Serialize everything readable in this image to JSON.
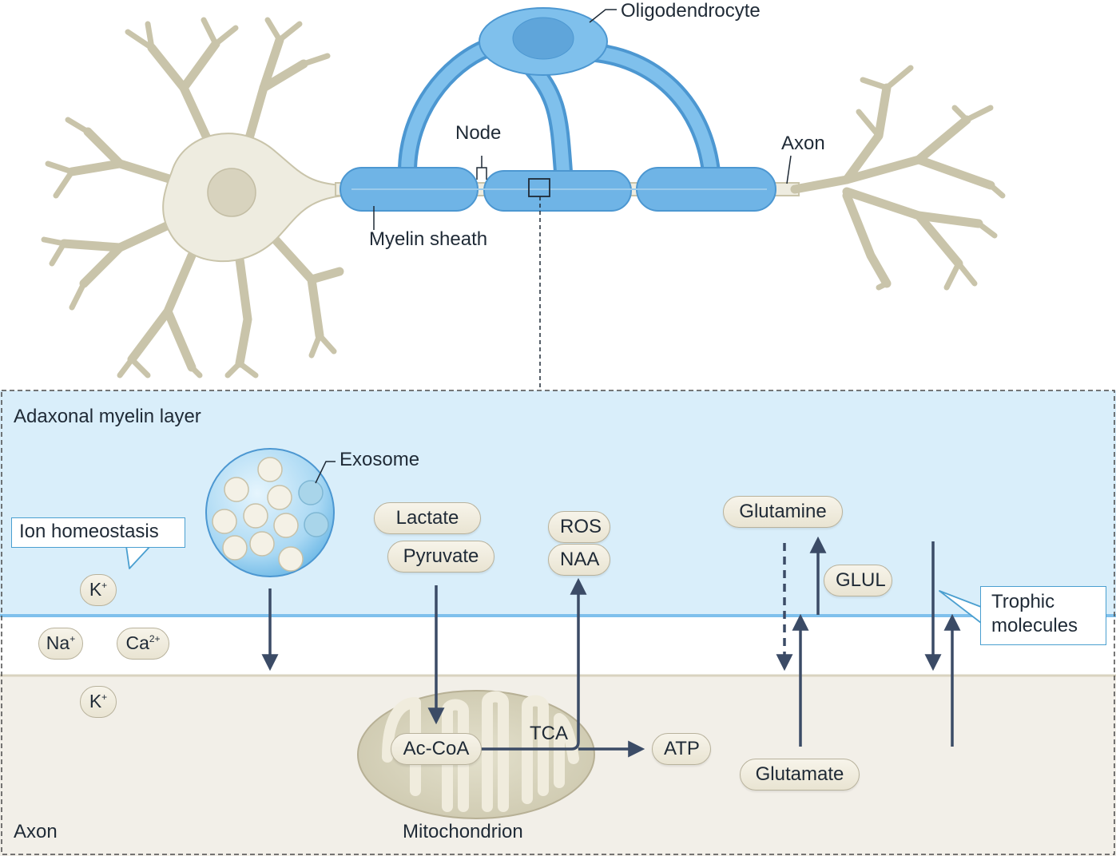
{
  "labels": {
    "oligodendrocyte": "Oligodendrocyte",
    "node": "Node",
    "axon_top": "Axon",
    "myelin_sheath": "Myelin sheath",
    "adaxonal_layer": "Adaxonal myelin layer",
    "axon_bottom": "Axon",
    "exosome": "Exosome",
    "ion_homeostasis": "Ion homeostasis",
    "mitochondrion": "Mitochondrion",
    "trophic_line1": "Trophic",
    "trophic_line2": "molecules"
  },
  "molecules": {
    "lactate": "Lactate",
    "pyruvate": "Pyruvate",
    "ros": "ROS",
    "naa": "NAA",
    "glutamine": "Glutamine",
    "glul": "GLUL",
    "glutamate": "Glutamate",
    "ac_coa": "Ac-CoA",
    "tca": "TCA",
    "atp": "ATP"
  },
  "ions": {
    "k_base": "K",
    "k_charge": "+",
    "na_base": "Na",
    "na_charge": "+",
    "ca_base": "Ca",
    "ca_charge": "2+"
  },
  "colors": {
    "myelin_layer_bg": "#d9eefa",
    "axon_bg": "#f2efe8",
    "myelin_blue": "#6fb4e6",
    "neuron_beige": "#eeece0",
    "arrow": "#3b4b66",
    "callout_border": "#4a9fd0"
  }
}
